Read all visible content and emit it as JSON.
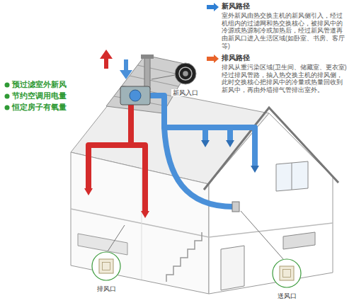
{
  "diagram": {
    "nodes": [
      {
        "text": [
          "新风入口"
        ]
      },
      {
        "text": [
          "排风口"
        ]
      },
      {
        "text": [
          "送风口"
        ]
      }
    ],
    "labels": [
      "室外新风由热交换主机的新风侧引入，经过机组内的过滤网和热交换核心，被排风中的冷源或热源制冷或加热后，经过新风管道再由新风口进入生活区域(如卧室、书房、客厅等)",
      "排风从重污染区域(卫生间、储藏室、更衣室)经过排风管路，抽入热交换主机的排风侧，此时交换核心把排风中的冷量或热量回收到新风中，再由外墙排气管排出室外。",
      "预过滤室外新风",
      "节约空调用电量",
      "恒定房子有氧量"
    ],
    "legend": [
      {
        "text": "新风路径"
      },
      {
        "text": "排风路径"
      }
    ]
  }
}
